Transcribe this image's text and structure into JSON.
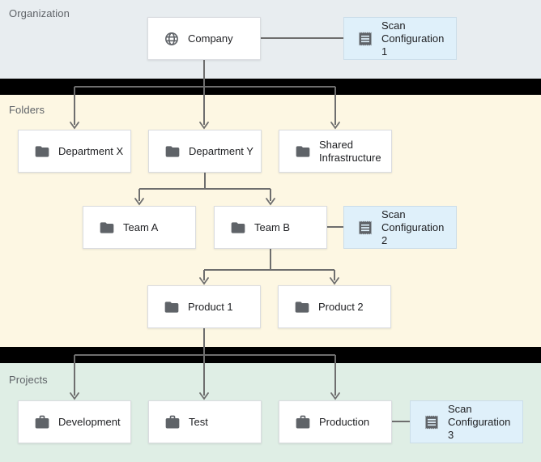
{
  "sections": {
    "organization": {
      "label": "Organization"
    },
    "folders": {
      "label": "Folders"
    },
    "projects": {
      "label": "Projects"
    }
  },
  "nodes": {
    "company": {
      "label": "Company",
      "icon": "globe-icon",
      "section": "organization"
    },
    "department_x": {
      "label": "Department X",
      "icon": "folder-icon",
      "section": "folders"
    },
    "department_y": {
      "label": "Department Y",
      "icon": "folder-icon",
      "section": "folders"
    },
    "shared_infrastructure": {
      "label": "Shared Infrastructure",
      "icon": "folder-icon",
      "section": "folders"
    },
    "team_a": {
      "label": "Team A",
      "icon": "folder-icon",
      "section": "folders"
    },
    "team_b": {
      "label": "Team B",
      "icon": "folder-icon",
      "section": "folders"
    },
    "product_1": {
      "label": "Product 1",
      "icon": "folder-icon",
      "section": "folders"
    },
    "product_2": {
      "label": "Product 2",
      "icon": "folder-icon",
      "section": "folders"
    },
    "development": {
      "label": "Development",
      "icon": "briefcase-icon",
      "section": "projects"
    },
    "test": {
      "label": "Test",
      "icon": "briefcase-icon",
      "section": "projects"
    },
    "production": {
      "label": "Production",
      "icon": "briefcase-icon",
      "section": "projects"
    },
    "scan_configuration_1": {
      "label": "Scan Configuration 1",
      "icon": "receipt-icon",
      "attached_to": "company"
    },
    "scan_configuration_2": {
      "label": "Scan Configuration 2",
      "icon": "receipt-icon",
      "attached_to": "team_b"
    },
    "scan_configuration_3": {
      "label": "Scan Configuration 3",
      "icon": "receipt-icon",
      "attached_to": "production"
    }
  },
  "edges": [
    {
      "from": "company",
      "to": "scan_configuration_1",
      "style": "plain"
    },
    {
      "from": "company",
      "to": "department_x",
      "style": "arrow"
    },
    {
      "from": "company",
      "to": "department_y",
      "style": "arrow"
    },
    {
      "from": "company",
      "to": "shared_infrastructure",
      "style": "arrow"
    },
    {
      "from": "department_y",
      "to": "team_a",
      "style": "arrow"
    },
    {
      "from": "department_y",
      "to": "team_b",
      "style": "arrow"
    },
    {
      "from": "team_b",
      "to": "scan_configuration_2",
      "style": "plain"
    },
    {
      "from": "team_b",
      "to": "product_1",
      "style": "arrow"
    },
    {
      "from": "team_b",
      "to": "product_2",
      "style": "arrow"
    },
    {
      "from": "product_1",
      "to": "development",
      "style": "arrow"
    },
    {
      "from": "product_1",
      "to": "test",
      "style": "arrow"
    },
    {
      "from": "product_1",
      "to": "production",
      "style": "arrow"
    },
    {
      "from": "production",
      "to": "scan_configuration_3",
      "style": "plain"
    }
  ],
  "colors": {
    "organization_bg": "#e8edf0",
    "folders_bg": "#fdf7e3",
    "projects_bg": "#dfeee5",
    "divider": "#000000",
    "node_bg": "#ffffff",
    "node_border": "#dadce0",
    "scan_node_bg": "#dff0fa",
    "scan_node_border": "#cbdde9",
    "connector": "#6e6e6e",
    "icon": "#5f6368",
    "node_label_text": "#202124",
    "section_label_text": "#5f6368"
  }
}
